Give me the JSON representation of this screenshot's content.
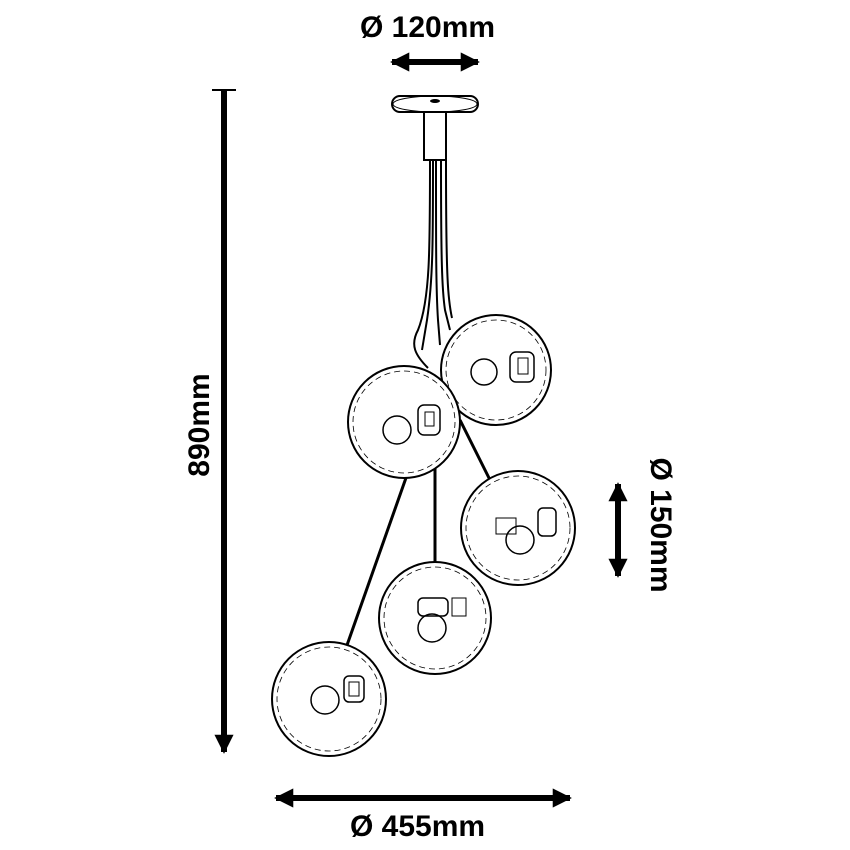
{
  "dimensions": {
    "canopy_diameter": "Ø 120mm",
    "total_height": "890mm",
    "globe_diameter": "Ø 150mm",
    "overall_diameter": "Ø 455mm"
  },
  "globes": [
    {
      "name": "globe-top-right"
    },
    {
      "name": "globe-upper-left"
    },
    {
      "name": "globe-right"
    },
    {
      "name": "globe-middle"
    },
    {
      "name": "globe-bottom-left"
    }
  ]
}
